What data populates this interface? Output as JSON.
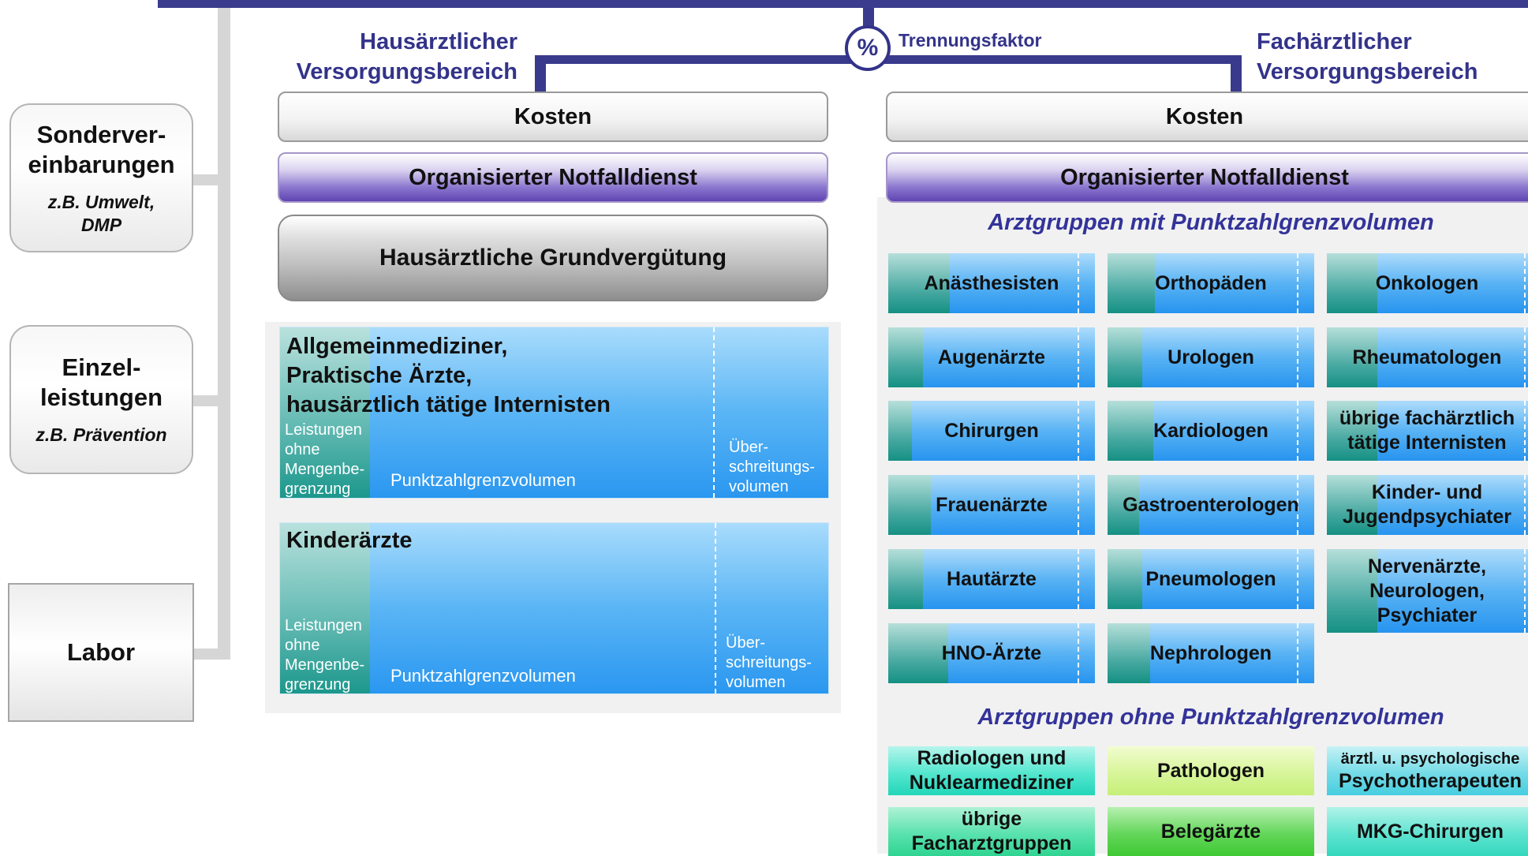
{
  "colors": {
    "navy": "#3a3a8c",
    "section_title": "#33339a",
    "block_blue": "#2a97f0",
    "strip_teal": "#1c978c"
  },
  "left_boxes": {
    "sonder": {
      "title_1": "Sonderver-",
      "title_2": "einbarungen",
      "sub_1": "z.B. Umwelt,",
      "sub_2": "DMP"
    },
    "einzel": {
      "title_1": "Einzel-",
      "title_2": "leistungen",
      "sub": "z.B. Prävention"
    },
    "labor": {
      "title": "Labor"
    }
  },
  "header": {
    "haus_1": "Hausärztlicher",
    "haus_2": "Versorgungsbereich",
    "fach_1": "Fachärztlicher",
    "fach_2": "Versorgungsbereich",
    "percent": "%",
    "trennung": "Trennungsfaktor",
    "percent_icon": "percent-icon"
  },
  "haus": {
    "kosten": "Kosten",
    "notfall": "Organisierter Notfalldienst",
    "grund": "Hausärztliche Grundvergütung",
    "allg": {
      "title_1": "Allgemeinmediziner,",
      "title_2": "Praktische Ärzte,",
      "title_3": "hausärztlich tätige Internisten",
      "leist_1": "Leistungen",
      "leist_2": "ohne",
      "leist_3": "Mengenbe-",
      "leist_4": "grenzung",
      "pzgv": "Punktzahlgrenzvolumen",
      "ueber_1": "Über-",
      "ueber_2": "schreitungs-",
      "ueber_3": "volumen"
    },
    "kinder": {
      "title": "Kinderärzte",
      "leist_1": "Leistungen",
      "leist_2": "ohne",
      "leist_3": "Mengenbe-",
      "leist_4": "grenzung",
      "pzgv": "Punktzahlgrenzvolumen",
      "ueber_1": "Über-",
      "ueber_2": "schreitungs-",
      "ueber_3": "volumen"
    }
  },
  "fach": {
    "kosten": "Kosten",
    "notfall": "Organisierter Notfalldienst",
    "mit_title": "Arztgruppen mit Punktzahlgrenzvolumen",
    "col1": [
      "Anästhesisten",
      "Augenärzte",
      "Chirurgen",
      "Frauenärzte",
      "Hautärzte",
      "HNO-Ärzte"
    ],
    "col2": [
      "Orthopäden",
      "Urologen",
      "Kardiologen",
      "Gastroenterologen",
      "Pneumologen",
      "Nephrologen"
    ],
    "col3": {
      "onko": "Onkologen",
      "rheuma": "Rheumatologen",
      "uebrige_1": "übrige fachärztlich",
      "uebrige_2": "tätige Internisten",
      "kinder_1": "Kinder- und",
      "kinder_2": "Jugendpsychiater",
      "nerven_1": "Nervenärzte,",
      "nerven_2": "Neurologen,",
      "nerven_3": "Psychiater"
    },
    "ohne_title": "Arztgruppen ohne Punktzahlgrenzvolumen",
    "ohne": {
      "radio_1": "Radiologen und",
      "radio_2": "Nuklearmediziner",
      "patho": "Pathologen",
      "psycho_1": "ärztl. u. psychologische",
      "psycho_2": "Psychotherapeuten",
      "uebr_1": "übrige",
      "uebr_2": "Facharztgruppen",
      "beleg": "Belegärzte",
      "mkg": "MKG-Chirurgen"
    }
  }
}
